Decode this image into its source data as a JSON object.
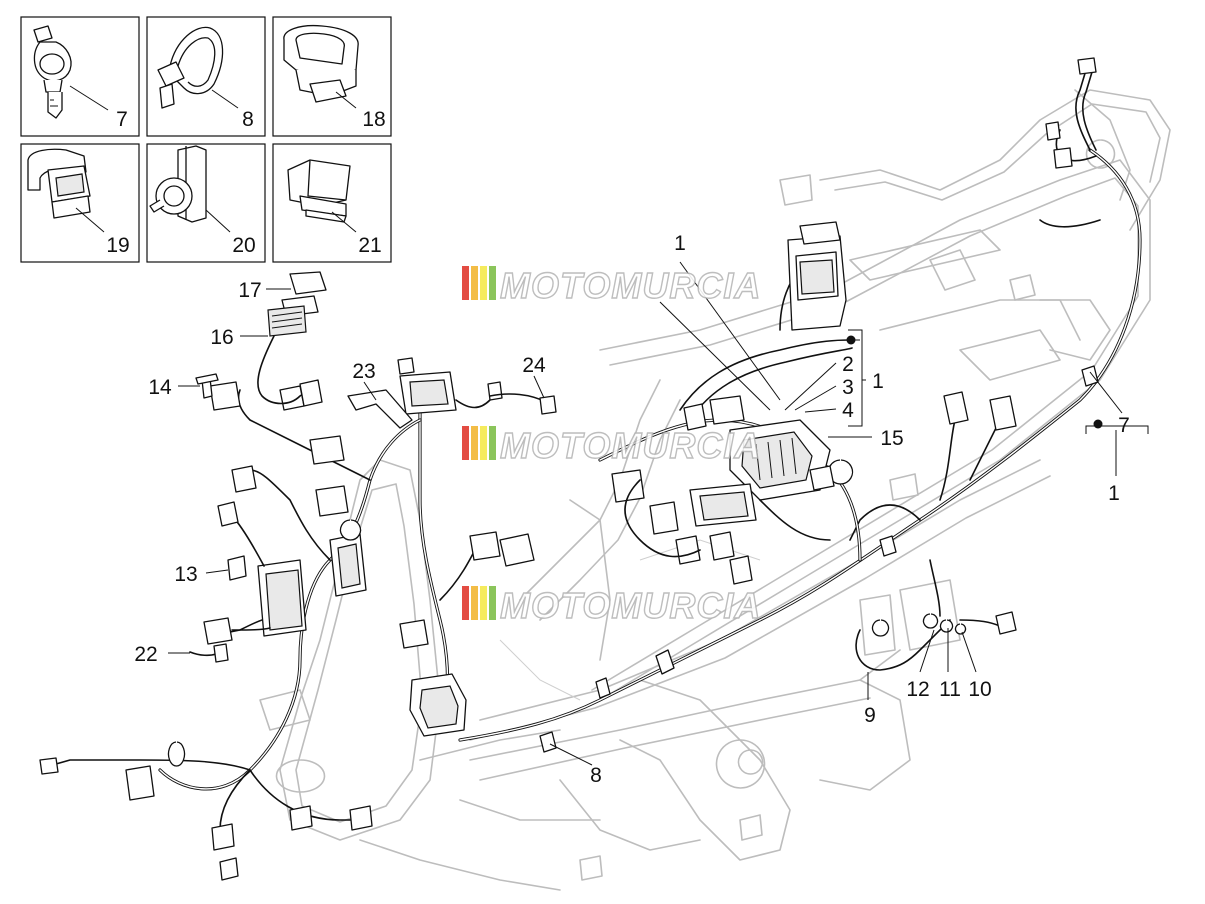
{
  "diagram": {
    "callouts": {
      "c7_inset": "7",
      "c8_inset": "8",
      "c18": "18",
      "c19": "19",
      "c20": "20",
      "c21": "21",
      "c17": "17",
      "c16": "16",
      "c14": "14",
      "c23": "23",
      "c24": "24",
      "c13": "13",
      "c22": "22",
      "c1_top": "1",
      "c2": "2",
      "c3": "3",
      "c4": "4",
      "c1_bracket": "1",
      "c15": "15",
      "c7_right": "7",
      "c1_bottom": "1",
      "c9": "9",
      "c12": "12",
      "c11": "11",
      "c10": "10",
      "c8_bottom": "8"
    },
    "watermark": {
      "text": "MOTOMURCIA",
      "stripe_colors": [
        "#e0392f",
        "#f2b632",
        "#f5e94c",
        "#7fbf4a"
      ]
    }
  }
}
